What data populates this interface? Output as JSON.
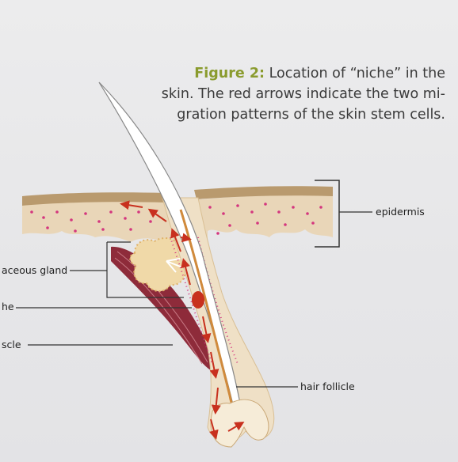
{
  "caption": {
    "label": "Figure 2:",
    "line1_rest": " Location of “niche” in the",
    "line2": "skin. The red arrows indicate the two mi-",
    "line3": "gration patterns of the skin stem cells."
  },
  "labels": {
    "epidermis": "epidermis",
    "sebaceous_gland": "aceous gland",
    "niche": "he",
    "muscle": "scle",
    "hair_follicle": "hair follicle"
  },
  "colors": {
    "accent": "#8a9b2e",
    "arrow_red": "#c8301e",
    "muscle": "#8e2b3a",
    "skin": "#e7d2b4",
    "dots": "#d4367e"
  }
}
